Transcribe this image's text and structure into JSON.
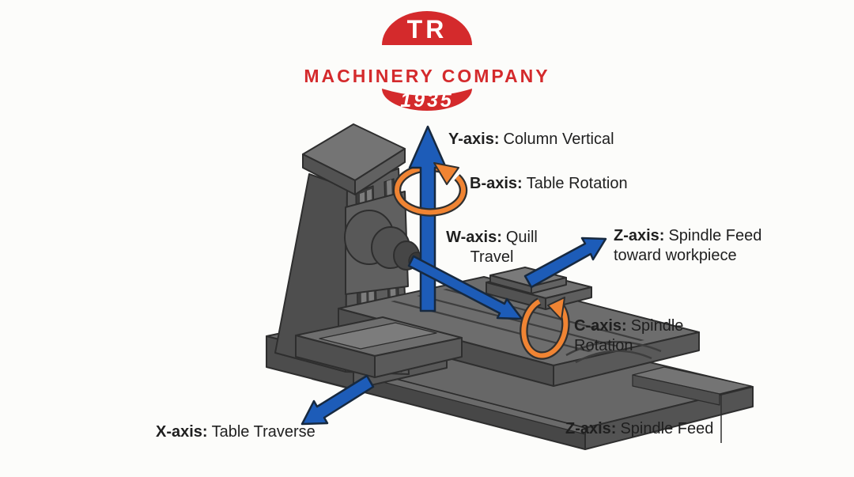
{
  "logo": {
    "monogram": "TR",
    "company": "MACHINERY COMPANY",
    "year": "1935"
  },
  "labels": {
    "y": {
      "axis": "Y-axis:",
      "desc": "Column Vertical"
    },
    "b": {
      "axis": "B-axis:",
      "desc": "Table Rotation"
    },
    "w": {
      "axis": "W-axis:",
      "desc": "Quill Travel"
    },
    "z_feed": {
      "axis": "Z-axis:",
      "desc": "Spindle Feed toward workpiece"
    },
    "c": {
      "axis": "C-axis:",
      "desc": "Spindle Rotation"
    },
    "x": {
      "axis": "X-axis:",
      "desc": "Table Traverse"
    },
    "z_bottom": {
      "axis": "Z-axis:",
      "desc": "Spindle Feed"
    }
  },
  "arrows": {
    "y": {
      "icon": "up-arrow-icon",
      "color_role": "blue",
      "direction": "up"
    },
    "b": {
      "icon": "rotation-loop-arrow-icon",
      "color_role": "orange",
      "direction": "around-vertical-axis"
    },
    "w": {
      "icon": "diagonal-arrow-icon",
      "color_role": "blue",
      "direction": "down-right"
    },
    "z": {
      "icon": "diagonal-arrow-icon",
      "color_role": "blue",
      "direction": "up-right"
    },
    "c": {
      "icon": "rotation-loop-arrow-icon",
      "color_role": "orange",
      "direction": "around-spindle-axis"
    },
    "x": {
      "icon": "diagonal-arrow-icon",
      "color_role": "blue",
      "direction": "down-left"
    }
  },
  "colors": {
    "arrow_blue": "#1d5cb8",
    "arrow_orange": "#f08433",
    "logo_red": "#d42a2c",
    "machine_gray": "#5d5d5d",
    "text": "#1f1f1f",
    "background": "#fcfcfa"
  }
}
